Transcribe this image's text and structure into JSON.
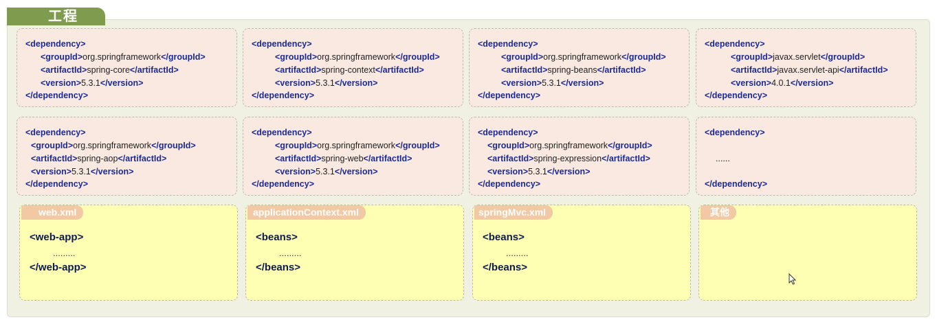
{
  "title": "工程",
  "dependencies": [
    [
      {
        "groupId": "org.springframework",
        "artifactId": "spring-core",
        "version": "5.3.1"
      },
      {
        "groupId": "org.springframework",
        "artifactId": "spring-context",
        "version": "5.3.1"
      },
      {
        "groupId": "org.springframework",
        "artifactId": "spring-beans",
        "version": "5.3.1"
      },
      {
        "groupId": "javax.servlet",
        "artifactId": "javax.servlet-api",
        "version": "4.0.1"
      }
    ],
    [
      {
        "groupId": "org.springframework",
        "artifactId": "spring-aop",
        "version": "5.3.1"
      },
      {
        "groupId": "org.springframework",
        "artifactId": "spring-web",
        "version": "5.3.1"
      },
      {
        "groupId": "org.springframework",
        "artifactId": "spring-expression",
        "version": "5.3.1"
      },
      {
        "placeholder": "......"
      }
    ]
  ],
  "tags": {
    "dep_open": "<dependency>",
    "dep_close": "</dependency>",
    "group_open": "<groupId>",
    "group_close": "</groupId>",
    "artifact_open": "<artifactId>",
    "artifact_close": "</artifactId>",
    "version_open": "<version>",
    "version_close": "</version>"
  },
  "configs": [
    {
      "label": "web.xml",
      "open": "<web-app>",
      "dots": ".........",
      "close": "</web-app>"
    },
    {
      "label": "applicationContext.xml",
      "open": "<beans>",
      "dots": ".........",
      "close": "</beans>"
    },
    {
      "label": "springMvc.xml",
      "open": "<beans>",
      "dots": ".........",
      "close": "</beans>"
    },
    {
      "label": "其他",
      "open": "",
      "dots": "",
      "close": ""
    }
  ],
  "colors": {
    "tag": "#1c2a96",
    "tab": "#7e9b4e",
    "dep_box": "#f9e9e1",
    "cfg_box": "#ffffb3",
    "cfg_label": "#f2c9a4"
  }
}
